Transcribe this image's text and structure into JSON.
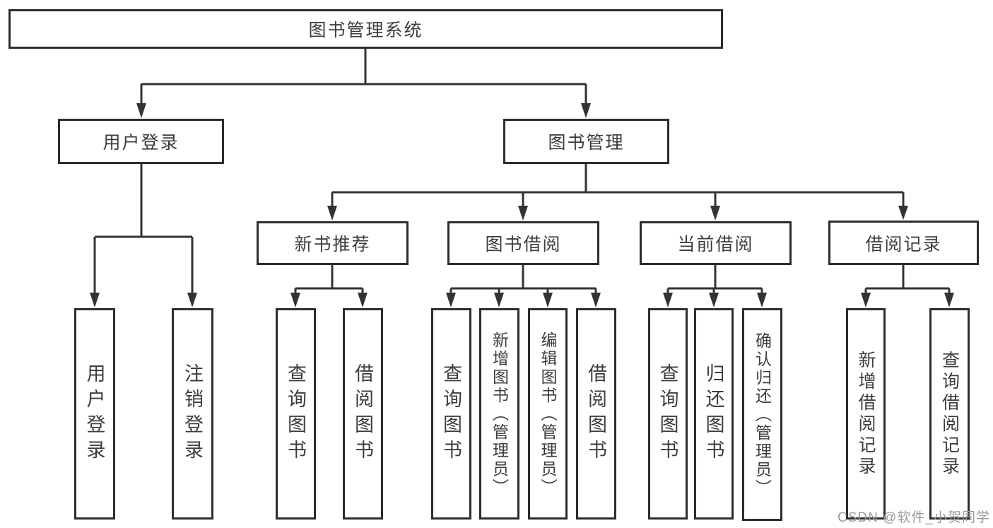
{
  "tree": {
    "root": {
      "label": "图书管理系统"
    },
    "level2": [
      {
        "label": "用户登录",
        "children": [
          {
            "label": "用户登录"
          },
          {
            "label": "注销登录"
          }
        ]
      },
      {
        "label": "图书管理",
        "children": [
          {
            "label": "新书推荐",
            "children": [
              {
                "label": "查询图书"
              },
              {
                "label": "借阅图书"
              }
            ]
          },
          {
            "label": "图书借阅",
            "children": [
              {
                "label": "查询图书"
              },
              {
                "label": "新增图书（管理员）"
              },
              {
                "label": "编辑图书（管理员）"
              },
              {
                "label": "借阅图书"
              }
            ]
          },
          {
            "label": "当前借阅",
            "children": [
              {
                "label": "查询图书"
              },
              {
                "label": "归还图书"
              },
              {
                "label": "确认归还（管理员）"
              }
            ]
          },
          {
            "label": "借阅记录",
            "children": [
              {
                "label": "新增借阅记录"
              },
              {
                "label": "查询借阅记录"
              }
            ]
          }
        ]
      }
    ]
  },
  "palette": {
    "line": "#333333",
    "border": "#2d2d2d",
    "text": "#3d3d3d",
    "background": "#ffffff",
    "watermark_color": "#9b9b9b"
  },
  "watermark": {
    "text": "CSDN @软件_小贺同学"
  }
}
